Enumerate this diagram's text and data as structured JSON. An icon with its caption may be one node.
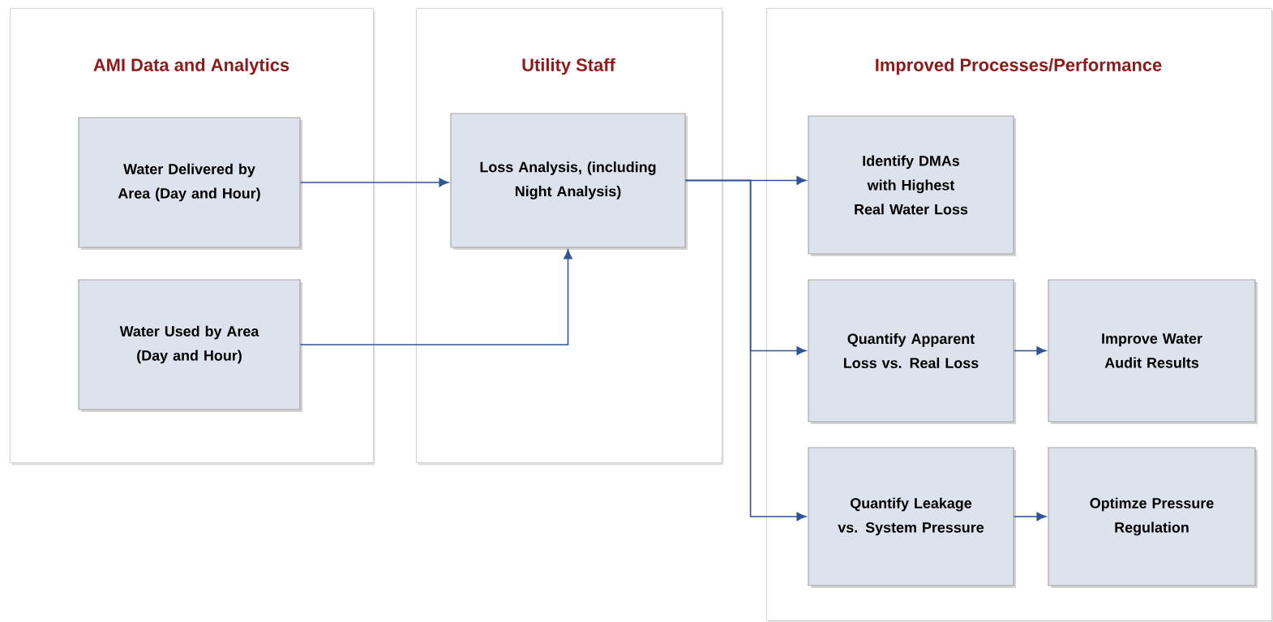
{
  "diagram": {
    "nodes": [
      {
        "text": [
          "AMI Data and Analytics"
        ]
      },
      {
        "text": [
          "Utility Staff"
        ]
      },
      {
        "text": [
          "Improved Processes/Performance"
        ]
      },
      {
        "text": [
          "Water Delivered by Area (Day and Hour)"
        ],
        "in": 0
      },
      {
        "text": [
          "Water Used by Area (Day and Hour)"
        ],
        "in": 0
      },
      {
        "text": [
          "Loss Analysis, (including Night Analysis)"
        ],
        "in": 1
      },
      {
        "text": [
          "Identify DMAs with Highest Real Water Loss"
        ],
        "in": 2
      },
      {
        "text": [
          "Quantify Apparent Loss vs. Real Loss"
        ],
        "in": 2
      },
      {
        "text": [
          "Improve Water Audit Results"
        ],
        "in": 2
      },
      {
        "text": [
          "Quantify Leakage vs. System Pressure"
        ],
        "in": 2
      },
      {
        "text": [
          "Optimze Pressure Regulation"
        ],
        "in": 2
      }
    ],
    "edges": [
      {
        "from": 3,
        "to": 5,
        "arrow": "to"
      },
      {
        "from": 4,
        "to": 5,
        "arrow": "to"
      },
      {
        "from": 5,
        "to": 6,
        "arrow": "to"
      },
      {
        "from": 5,
        "to": 7,
        "arrow": "to"
      },
      {
        "from": 5,
        "to": 9,
        "arrow": "to"
      },
      {
        "from": 7,
        "to": 8,
        "arrow": "to"
      },
      {
        "from": 9,
        "to": 10,
        "arrow": "to"
      }
    ]
  }
}
